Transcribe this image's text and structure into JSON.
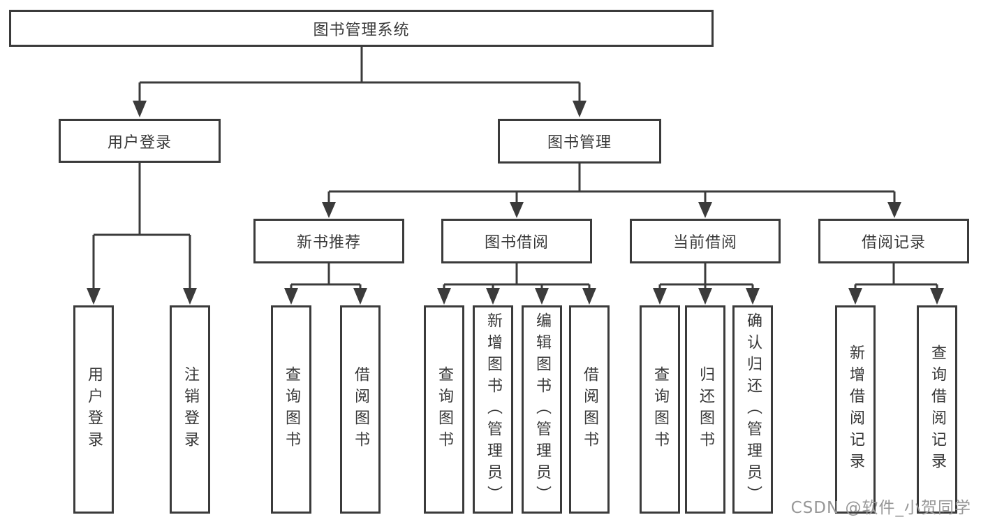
{
  "colors": {
    "line": "#3b3b3b",
    "text": "#383838",
    "box_background": "#ffffff",
    "page_background": "#ffffff",
    "watermark": "#979797"
  },
  "watermark": "CSDN @软件_小贺同学",
  "tree": {
    "root": {
      "label": "图书管理系统"
    },
    "user_login": {
      "label": "用户登录",
      "children": [
        {
          "label": "用户登录"
        },
        {
          "label": "注销登录"
        }
      ]
    },
    "book_management": {
      "label": "图书管理",
      "sections": [
        {
          "label": "新书推荐",
          "children": [
            {
              "label": "查询图书"
            },
            {
              "label": "借阅图书"
            }
          ]
        },
        {
          "label": "图书借阅",
          "children": [
            {
              "label": "查询图书"
            },
            {
              "label": "新增图书（管理员）"
            },
            {
              "label": "编辑图书（管理员）"
            },
            {
              "label": "借阅图书"
            }
          ]
        },
        {
          "label": "当前借阅",
          "children": [
            {
              "label": "查询图书"
            },
            {
              "label": "归还图书"
            },
            {
              "label": "确认归还（管理员）"
            }
          ]
        },
        {
          "label": "借阅记录",
          "children": [
            {
              "label": "新增借阅记录"
            },
            {
              "label": "查询借阅记录"
            }
          ]
        }
      ]
    }
  }
}
